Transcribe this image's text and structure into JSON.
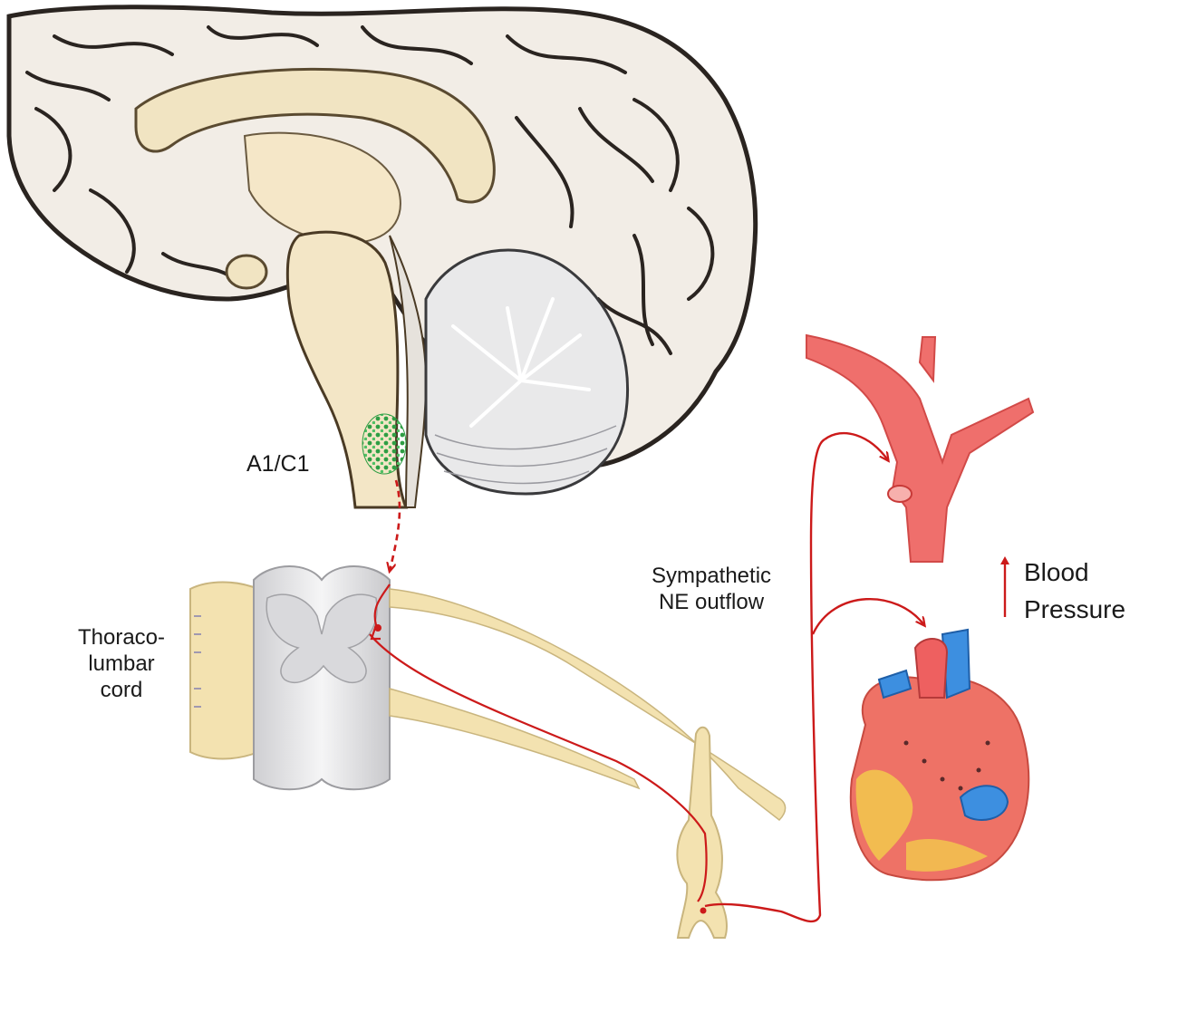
{
  "labels": {
    "a1c1": "A1/C1",
    "cord": [
      "Thoraco-",
      "lumbar",
      "cord"
    ],
    "outflow": [
      "Sympathetic",
      "NE outflow"
    ],
    "bp": [
      "Blood",
      "Pressure"
    ]
  },
  "colors": {
    "brain_cortex": "#f2ede6",
    "brain_outline": "#2a2420",
    "brainstem": "#f3e6c6",
    "cerebellum": "#e9e9ea",
    "nucleus": "#2e9e44",
    "nerve": "#f3e2b0",
    "pathway": "#cc1a1a",
    "vessel": "#ef6f6c",
    "heart": "#ee7266",
    "heart_vein": "#3d8fe0",
    "fat": "#f2c94c"
  },
  "icons": {
    "bp_arrow": "arrow-up-icon"
  }
}
